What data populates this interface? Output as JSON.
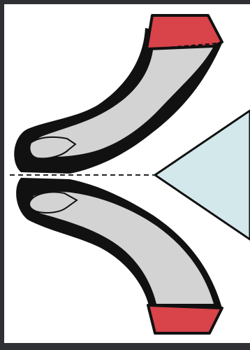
{
  "colors": {
    "frame": "#2e3033",
    "panel": "#ffffff",
    "outline": "#111111",
    "arm_fill": "#d3d3d3",
    "cuff_fill": "#d9434a",
    "wedge_fill": "#d3e8eb",
    "fold_line": "#222222"
  },
  "parts": {
    "panel": "panel-background",
    "upper_arm": "upper-arm",
    "lower_arm": "lower-arm",
    "upper_cuff": "upper-cuff",
    "lower_cuff": "lower-cuff",
    "wedge": "wedge",
    "fold_line": "fold-line"
  }
}
